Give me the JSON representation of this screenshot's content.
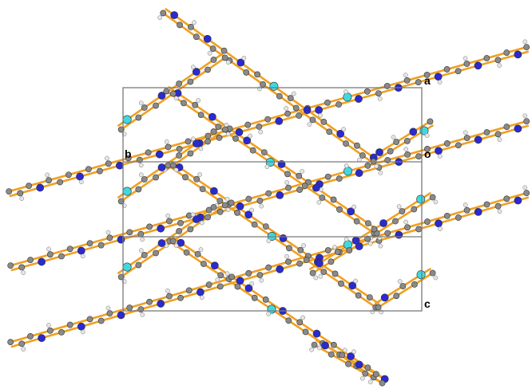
{
  "unit_cell_labels": {
    "a": "a",
    "b": "b",
    "o": "o",
    "c": "c"
  },
  "colors": {
    "background": "#ffffff",
    "cell_line": "#7a7a7a",
    "bond": "#f0a020",
    "carbon": "#8a8a8a",
    "nitrogen": "#2a2ad0",
    "hydrogen": "#e6e6e6",
    "metal": "#40d8e0"
  }
}
